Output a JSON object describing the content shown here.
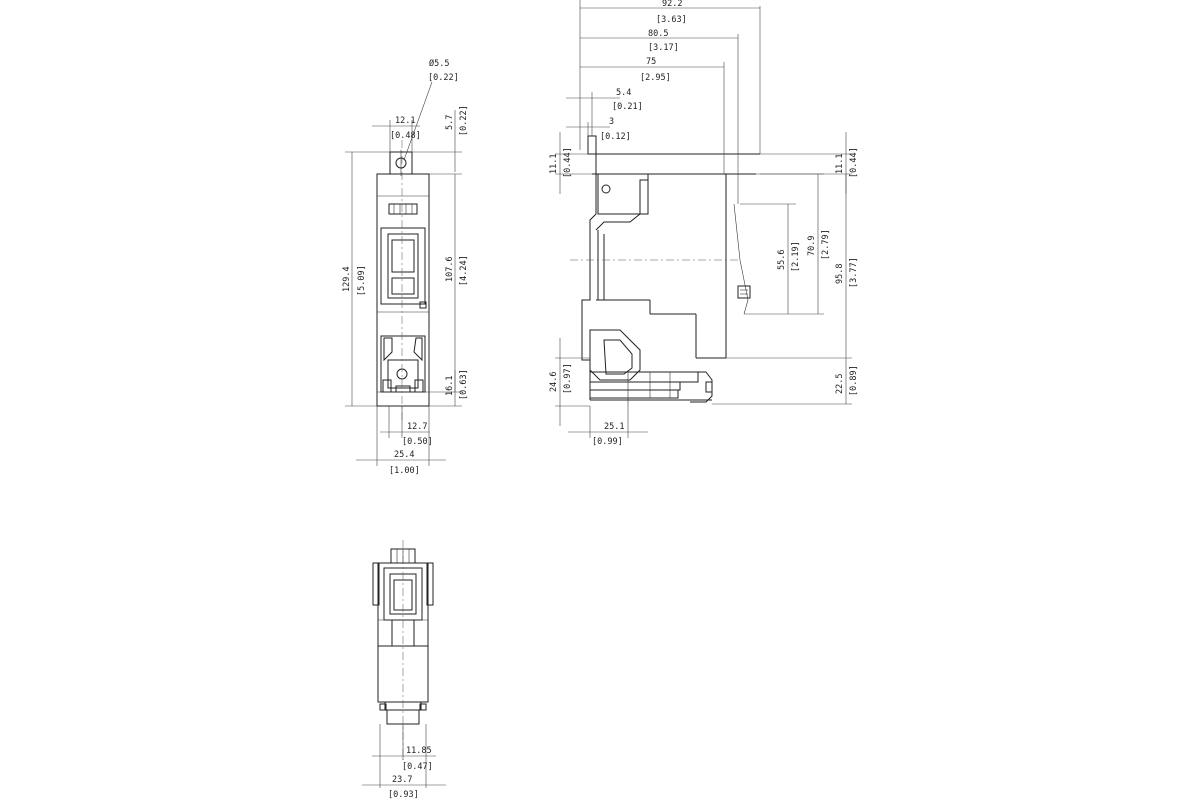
{
  "front_view": {
    "hole_diameter": "Ø5.5",
    "hole_diameter_in": "[0.22]",
    "top_width": "12.1",
    "top_width_in": "[0.48]",
    "top_offset": "5.7",
    "top_offset_in": "[0.22]",
    "total_height": "129.4",
    "total_height_in": "[5.09]",
    "body_height": "107.6",
    "body_height_in": "[4.24]",
    "lower_height": "16.1",
    "lower_height_in": "[0.63]",
    "center_width": "12.7",
    "center_width_in": "[0.50]",
    "total_width": "25.4",
    "total_width_in": "[1.00]"
  },
  "side_view": {
    "depth_total": "92.2",
    "depth_total_in": "[3.63]",
    "depth_mid": "80.5",
    "depth_mid_in": "[3.17]",
    "depth_rail": "75",
    "depth_rail_in": "[2.95]",
    "offset_a": "5.4",
    "offset_a_in": "[0.21]",
    "offset_b": "3",
    "offset_b_in": "[0.12]",
    "top_left": "11.1",
    "top_left_in": "[0.44]",
    "top_right": "11.1",
    "top_right_in": "[0.44]",
    "h_inner": "55.6",
    "h_inner_in": "[2.19]",
    "h_mid": "70.9",
    "h_mid_in": "[2.79]",
    "h_total": "95.8",
    "h_total_in": "[3.77]",
    "base_left": "24.6",
    "base_left_in": "[0.97]",
    "base_right": "22.5",
    "base_right_in": "[0.89]",
    "foot": "25.1",
    "foot_in": "[0.99]"
  },
  "bottom_view": {
    "half_width": "11.85",
    "half_width_in": "[0.47]",
    "full_width": "23.7",
    "full_width_in": "[0.93]"
  },
  "colors": {
    "line": "#222222",
    "background": "#ffffff"
  }
}
